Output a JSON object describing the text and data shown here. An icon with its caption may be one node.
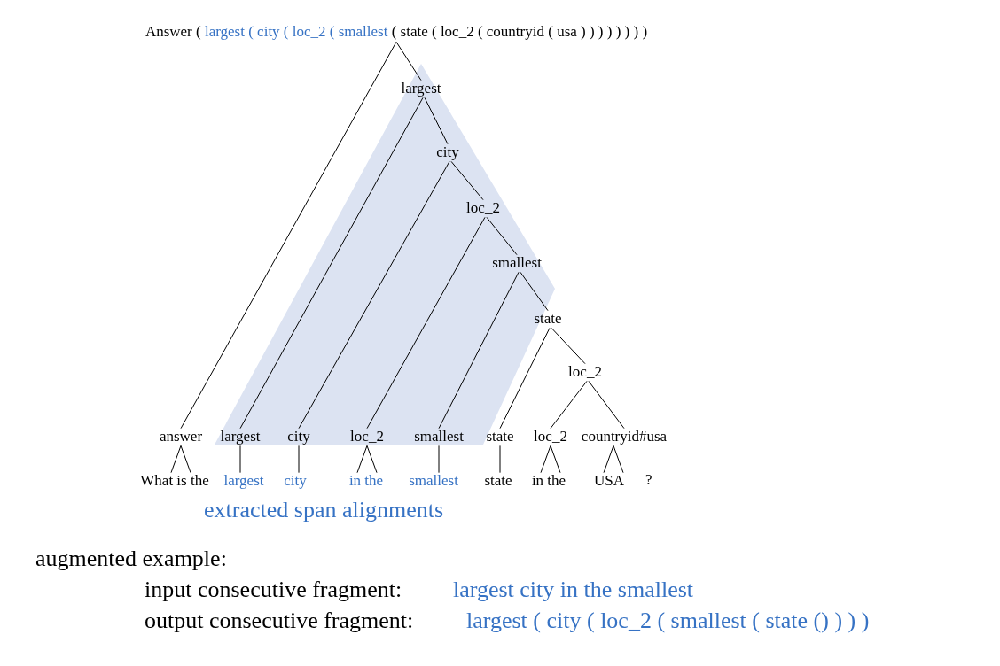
{
  "diagram": {
    "nodes": [
      {
        "text": [
          "Answer (",
          "largest ( city ( loc_2 ( smallest",
          "( state ( loc_2 ( countryid ( usa ) ) ) ) ) ) ) )"
        ]
      },
      {
        "text": [
          "largest"
        ]
      },
      {
        "text": [
          "city"
        ]
      },
      {
        "text": [
          "loc_2"
        ]
      },
      {
        "text": [
          "smallest"
        ]
      },
      {
        "text": [
          "state"
        ]
      },
      {
        "text": [
          "loc_2"
        ]
      },
      {
        "text": [
          "answer"
        ]
      },
      {
        "text": [
          "largest"
        ]
      },
      {
        "text": [
          "city"
        ]
      },
      {
        "text": [
          "loc_2"
        ]
      },
      {
        "text": [
          "smallest"
        ]
      },
      {
        "text": [
          "state"
        ]
      },
      {
        "text": [
          "loc_2"
        ]
      },
      {
        "text": [
          "countryid#usa"
        ]
      },
      {
        "text": [
          "What is the"
        ]
      },
      {
        "text": [
          "largest"
        ]
      },
      {
        "text": [
          "city"
        ]
      },
      {
        "text": [
          "in the"
        ]
      },
      {
        "text": [
          "smallest"
        ]
      },
      {
        "text": [
          "state"
        ]
      },
      {
        "text": [
          "in the"
        ]
      },
      {
        "text": [
          "USA"
        ]
      }
    ],
    "edges": [
      {
        "from": 0,
        "to": 7,
        "arrow": "none"
      },
      {
        "from": 0,
        "to": 1,
        "arrow": "none"
      },
      {
        "from": 1,
        "to": 2,
        "arrow": "none"
      },
      {
        "from": 1,
        "to": 8,
        "arrow": "none"
      },
      {
        "from": 2,
        "to": 3,
        "arrow": "none"
      },
      {
        "from": 2,
        "to": 9,
        "arrow": "none"
      },
      {
        "from": 3,
        "to": 4,
        "arrow": "none"
      },
      {
        "from": 3,
        "to": 10,
        "arrow": "none"
      },
      {
        "from": 4,
        "to": 5,
        "arrow": "none"
      },
      {
        "from": 4,
        "to": 11,
        "arrow": "none"
      },
      {
        "from": 5,
        "to": 6,
        "arrow": "none"
      },
      {
        "from": 5,
        "to": 12,
        "arrow": "none"
      },
      {
        "from": 6,
        "to": 13,
        "arrow": "none"
      },
      {
        "from": 6,
        "to": 14,
        "arrow": "none"
      },
      {
        "from": 7,
        "to": 15,
        "arrow": "none"
      },
      {
        "from": 7,
        "to": 15,
        "arrow": "none"
      },
      {
        "from": 8,
        "to": 16,
        "arrow": "none"
      },
      {
        "from": 9,
        "to": 17,
        "arrow": "none"
      },
      {
        "from": 10,
        "to": 18,
        "arrow": "none"
      },
      {
        "from": 10,
        "to": 18,
        "arrow": "none"
      },
      {
        "from": 11,
        "to": 19,
        "arrow": "none"
      },
      {
        "from": 12,
        "to": 20,
        "arrow": "none"
      },
      {
        "from": 13,
        "to": 21,
        "arrow": "none"
      },
      {
        "from": 13,
        "to": 21,
        "arrow": "none"
      },
      {
        "from": 14,
        "to": 22,
        "arrow": "none"
      },
      {
        "from": 14,
        "to": 22,
        "arrow": "none"
      }
    ],
    "labels": [
      "?",
      "extracted span alignments",
      "augmented example:",
      "input consecutive fragment:",
      "largest city in the smallest",
      "output consecutive fragment:",
      "largest ( city ( loc_2 ( smallest ( state () ) ) )"
    ]
  }
}
